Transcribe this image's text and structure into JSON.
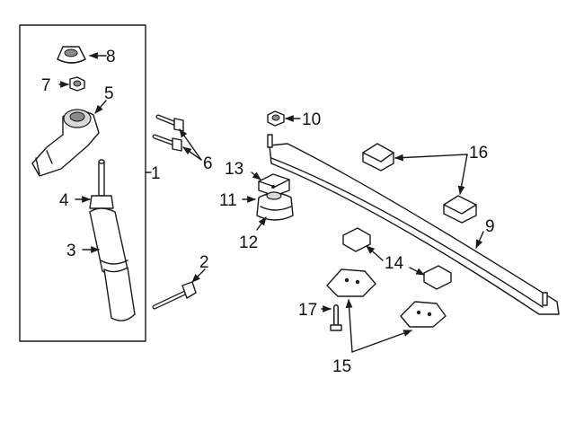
{
  "callouts": [
    {
      "id": "c1",
      "label": "1"
    },
    {
      "id": "c2",
      "label": "2"
    },
    {
      "id": "c3",
      "label": "3"
    },
    {
      "id": "c4",
      "label": "4"
    },
    {
      "id": "c5",
      "label": "5"
    },
    {
      "id": "c6",
      "label": "6"
    },
    {
      "id": "c7",
      "label": "7"
    },
    {
      "id": "c8",
      "label": "8"
    },
    {
      "id": "c9",
      "label": "9"
    },
    {
      "id": "c10",
      "label": "10"
    },
    {
      "id": "c11",
      "label": "11"
    },
    {
      "id": "c12",
      "label": "12"
    },
    {
      "id": "c13",
      "label": "13"
    },
    {
      "id": "c14",
      "label": "14"
    },
    {
      "id": "c15",
      "label": "15"
    },
    {
      "id": "c16",
      "label": "16"
    },
    {
      "id": "c17",
      "label": "17"
    }
  ],
  "colors": {
    "line": "#1a1a1a",
    "shade": "#d9d9d9",
    "background": "#ffffff"
  }
}
